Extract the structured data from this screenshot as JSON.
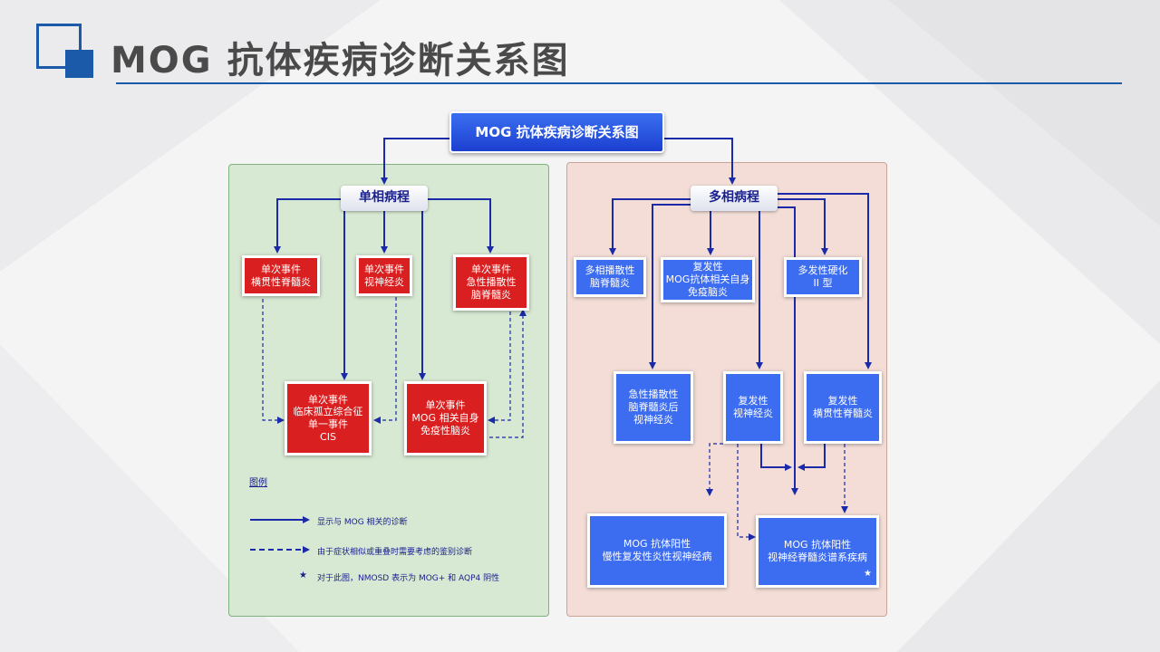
{
  "page": {
    "title": "MOG 抗体疾病诊断关系图"
  },
  "diagram": {
    "root": "MOG 抗体疾病诊断关系图",
    "monophasic": {
      "label": "单相病程",
      "nodes": {
        "transverse_myelitis": "单次事件\n横贯性脊髓炎",
        "optic_neuritis": "单次事件\n视神经炎",
        "adem": "单次事件\n急性播散性\n脑脊髓炎",
        "cis": "单次事件\n临床孤立综合征\n单一事件\nCIS",
        "mog_encephalitis": "单次事件\nMOG 相关自身\n免疫性脑炎"
      }
    },
    "multiphasic": {
      "label": "多相病程",
      "nodes": {
        "madem": "多相播散性\n脑脊髓炎",
        "relapsing_mog_encephalitis": "复发性\nMOG抗体相关自身\n免疫脑炎",
        "ms_type2": "多发性硬化\nII 型",
        "adem_on": "急性播散性\n脑脊髓炎后\n视神经炎",
        "relapsing_on": "复发性\n视神经炎",
        "relapsing_tm": "复发性\n横贯性脊髓炎",
        "crion": "MOG 抗体阳性\n慢性复发性炎性视神经病",
        "nmosd": "MOG 抗体阳性\n视神经脊髓炎谱系疾病"
      },
      "nmosd_star": "★"
    },
    "legend": {
      "title": "图例",
      "solid": "显示与 MOG 相关的诊断",
      "dashed": "由于症状相似或重叠时需要考虑的鉴别诊断",
      "star_symbol": "★",
      "star": "对于此图，NMOSD 表示为 MOG+ 和 AQP4 阴性"
    }
  },
  "colors": {
    "accent": "#1a5aa8",
    "arrow": "#1a2aa8",
    "red_node": "#d91f1f",
    "blue_node": "#3c6cf0",
    "left_panel": "#d7e8d3",
    "right_panel": "#f3ddd6"
  }
}
